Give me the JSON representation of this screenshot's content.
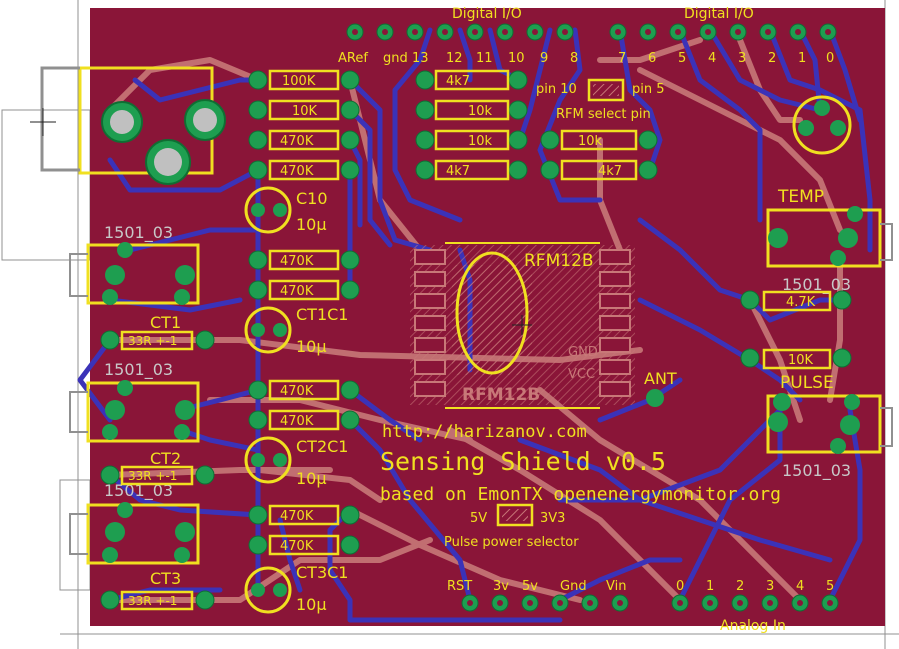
{
  "board": {
    "url_text": "http://harizanov.com",
    "title": "Sensing Shield v0.5",
    "subtitle": "based on EmonTX openenergymonitor.org",
    "pulse_power_label": "Pulse power selector",
    "v5_label": "5V",
    "v33_label": "3V3"
  },
  "headers": {
    "digital_left": "Digital I/O",
    "digital_right": "Digital I/O",
    "analog": "Analog In",
    "top_left_pins": [
      "ARef",
      "gnd",
      "13",
      "12",
      "11",
      "10",
      "9",
      "8"
    ],
    "top_right_pins": [
      "7",
      "6",
      "5",
      "4",
      "3",
      "2",
      "1",
      "0"
    ],
    "bottom_power_pins": [
      "RST",
      "3v",
      "5v",
      "Gnd",
      "Vin"
    ],
    "bottom_analog_pins": [
      "0",
      "1",
      "2",
      "3",
      "4",
      "5"
    ]
  },
  "rfm": {
    "label": "RFM12B",
    "label_shadow": "RFM12B",
    "select_label": "RFM select pin",
    "pin10_label": "pin 10",
    "pin5_label": "pin 5",
    "gnd_label": "GND",
    "vcc_label": "VCC",
    "ant_label": "ANT"
  },
  "resistors": {
    "ac": [
      "100K",
      "10K",
      "470K",
      "470K"
    ],
    "mid": [
      "4k7",
      "10k",
      "10k",
      "4k7"
    ],
    "right_pair": [
      "10k",
      "4k7"
    ],
    "ct1": [
      "470K",
      "470K"
    ],
    "ct2": [
      "470K",
      "470K"
    ],
    "ct3": [
      "470K",
      "470K"
    ],
    "burden": [
      "33R +-1",
      "33R +-1",
      "33R +-1"
    ],
    "temp_res": "4.7K",
    "pulse_res": "10K"
  },
  "capacitors": {
    "c10_name": "C10",
    "c10_value": "10µ",
    "ct1c1_name": "CT1C1",
    "ct1c1_value": "10µ",
    "ct2c1_name": "CT2C1",
    "ct2c1_value": "10µ",
    "ct3c1_name": "CT3C1",
    "ct3c1_value": "10µ"
  },
  "connectors": {
    "jack_labels": [
      "1501_03",
      "1501_03",
      "1501_03"
    ],
    "ct_labels": [
      "CT1",
      "CT2",
      "CT3"
    ],
    "temp_label": "TEMP",
    "temp_part": "1501_03",
    "pulse_label": "PULSE",
    "pulse_part": "1501_03"
  },
  "colors": {
    "board": "#8a1538",
    "top_copper": "#3b32b8",
    "bottom_copper": "#c87878",
    "silkscreen": "#f0e020",
    "pad": "#1e9e50"
  }
}
